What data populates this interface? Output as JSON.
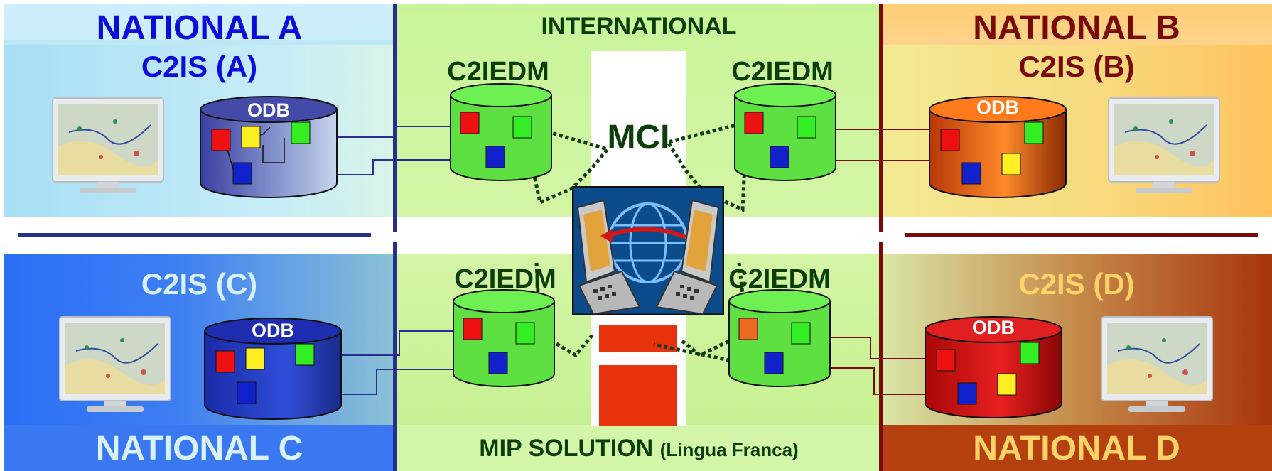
{
  "quadrants": {
    "national_a": {
      "title": "NATIONAL A",
      "subtitle": "C2IS (A)",
      "db_label": "ODB"
    },
    "national_b": {
      "title": "NATIONAL B",
      "subtitle": "C2IS (B)",
      "db_label": "ODB"
    },
    "national_c": {
      "title": "NATIONAL C",
      "subtitle": "C2IS (C)",
      "db_label": "ODB"
    },
    "national_d": {
      "title": "NATIONAL D",
      "subtitle": "C2IS (D)",
      "db_label": "ODB"
    }
  },
  "center": {
    "top_label": "INTERNATIONAL",
    "mci_label": "MCI",
    "bottom_label": "MIP SOLUTION",
    "bottom_label_sub": "(Lingua Franca)",
    "c2iedm_labels": [
      "C2IEDM",
      "C2IEDM",
      "C2IEDM",
      "C2IEDM"
    ]
  },
  "colors": {
    "national_a_title": "#0b0bdc",
    "national_b_title": "#7a0a0a",
    "national_c_title": "#d9f2ff",
    "national_d_title": "#ffd36a",
    "c2iedm_title": "#0b3d0b",
    "blue_line": "#2a2f8f",
    "red_line": "#7a0a0a"
  },
  "icons": {
    "monitor": "map-monitor-icon",
    "database": "database-cylinder-icon",
    "center": "computers-globe-exchange-icon"
  }
}
